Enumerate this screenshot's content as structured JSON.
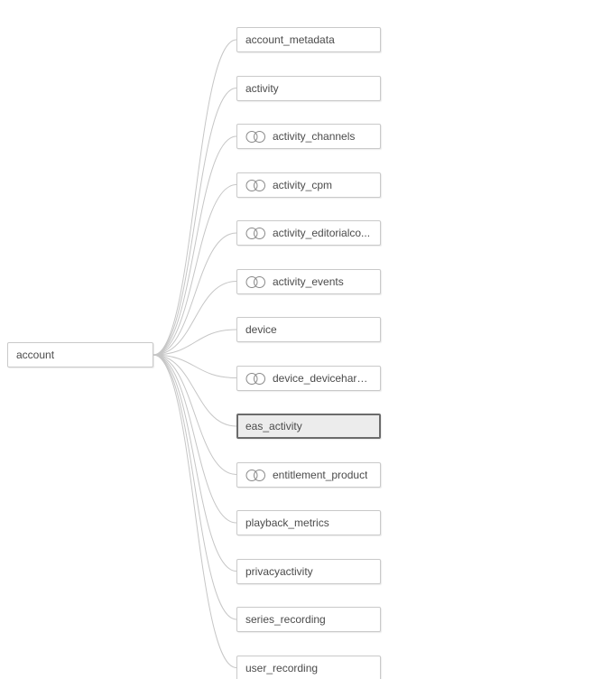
{
  "tree": {
    "root": {
      "label": "account"
    },
    "children": [
      {
        "label": "account_metadata",
        "icon": null,
        "selected": false
      },
      {
        "label": "activity",
        "icon": null,
        "selected": false
      },
      {
        "label": "activity_channels",
        "icon": "join",
        "selected": false
      },
      {
        "label": "activity_cpm",
        "icon": "join",
        "selected": false
      },
      {
        "label": "activity_editorialco...",
        "icon": "join",
        "selected": false
      },
      {
        "label": "activity_events",
        "icon": "join",
        "selected": false
      },
      {
        "label": "device",
        "icon": null,
        "selected": false
      },
      {
        "label": "device_devicehardw...",
        "icon": "join",
        "selected": false
      },
      {
        "label": "eas_activity",
        "icon": null,
        "selected": true
      },
      {
        "label": "entitlement_product",
        "icon": "join",
        "selected": false
      },
      {
        "label": "playback_metrics",
        "icon": null,
        "selected": false
      },
      {
        "label": "privacyactivity",
        "icon": null,
        "selected": false
      },
      {
        "label": "series_recording",
        "icon": null,
        "selected": false
      },
      {
        "label": "user_recording",
        "icon": null,
        "selected": false
      }
    ],
    "colors": {
      "page_bg": "#ffffff",
      "node_bg": "#ffffff",
      "node_border": "#c9c9c9",
      "selected_bg": "#ececec",
      "selected_border": "#6b6b6b",
      "label_text": "#4b4b4b",
      "connector": "#c6c6c6",
      "icon_stroke": "#8a8a8a"
    }
  }
}
